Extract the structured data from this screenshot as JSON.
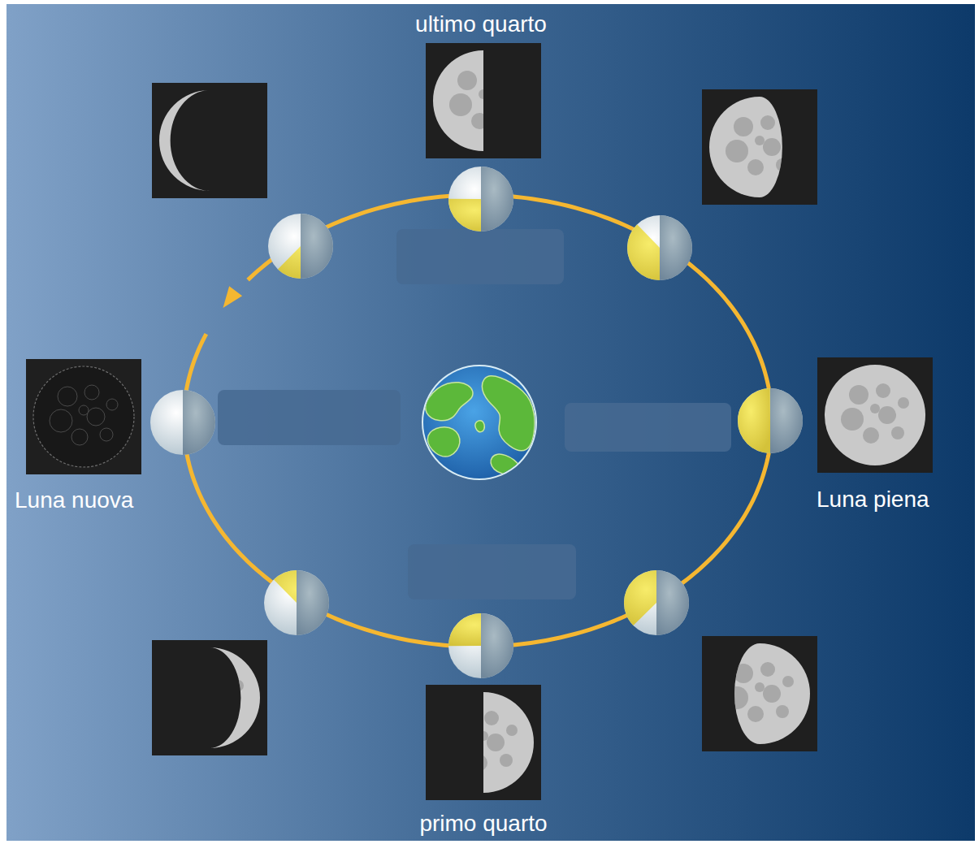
{
  "diagram": {
    "labels": [
      "ultimo quarto",
      "Luna nuova",
      "Luna piena",
      "primo quarto"
    ]
  }
}
